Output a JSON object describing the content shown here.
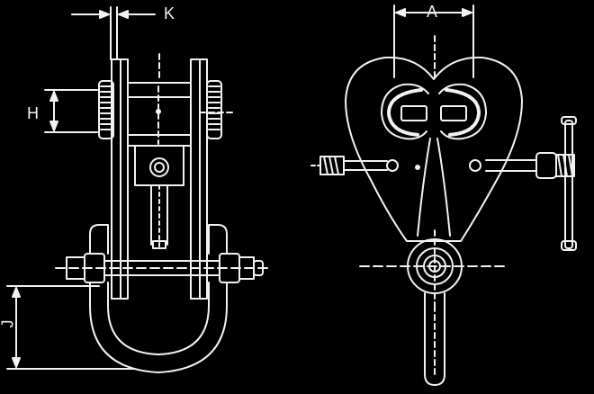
{
  "labels": {
    "k": "K",
    "a": "A",
    "h": "H",
    "j": "J"
  },
  "colors": {
    "background": "#000000",
    "line": "#f2f2f2"
  }
}
